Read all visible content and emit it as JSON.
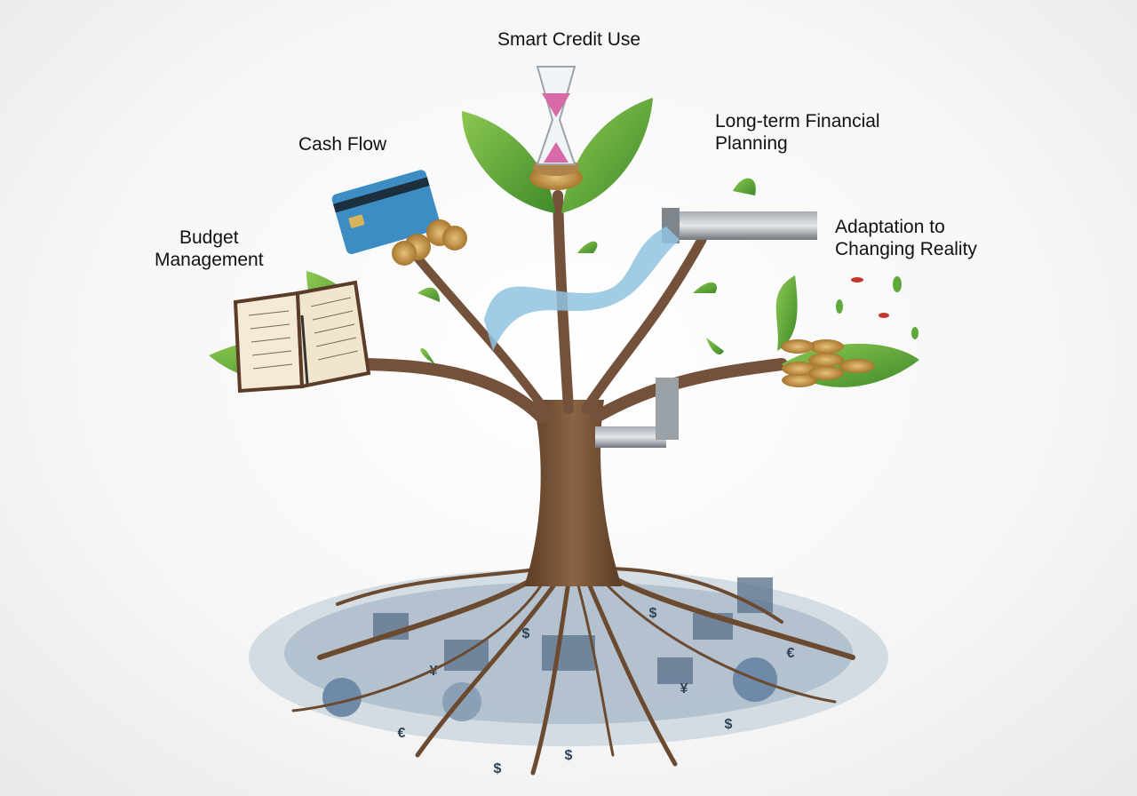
{
  "labels": {
    "smart_credit": "Smart Credit Use",
    "cash_flow": "Cash Flow",
    "long_term_line1": "Long-term Financial",
    "long_term_line2": "Planning",
    "adaptation_line1": "Adaptation to",
    "adaptation_line2": "Changing Reality",
    "budget_line1": "Budget",
    "budget_line2": "Management"
  },
  "symbols": [
    "$",
    "$",
    "¥",
    "€",
    "$",
    "¥",
    "$",
    "€",
    "$"
  ],
  "colors": {
    "trunk": "#7a5638",
    "leaf": "#5fa83a",
    "water": "#8fc3e0",
    "coin": "#c99a4e",
    "card": "#3d8cc4",
    "sand": "#d86aa8"
  }
}
